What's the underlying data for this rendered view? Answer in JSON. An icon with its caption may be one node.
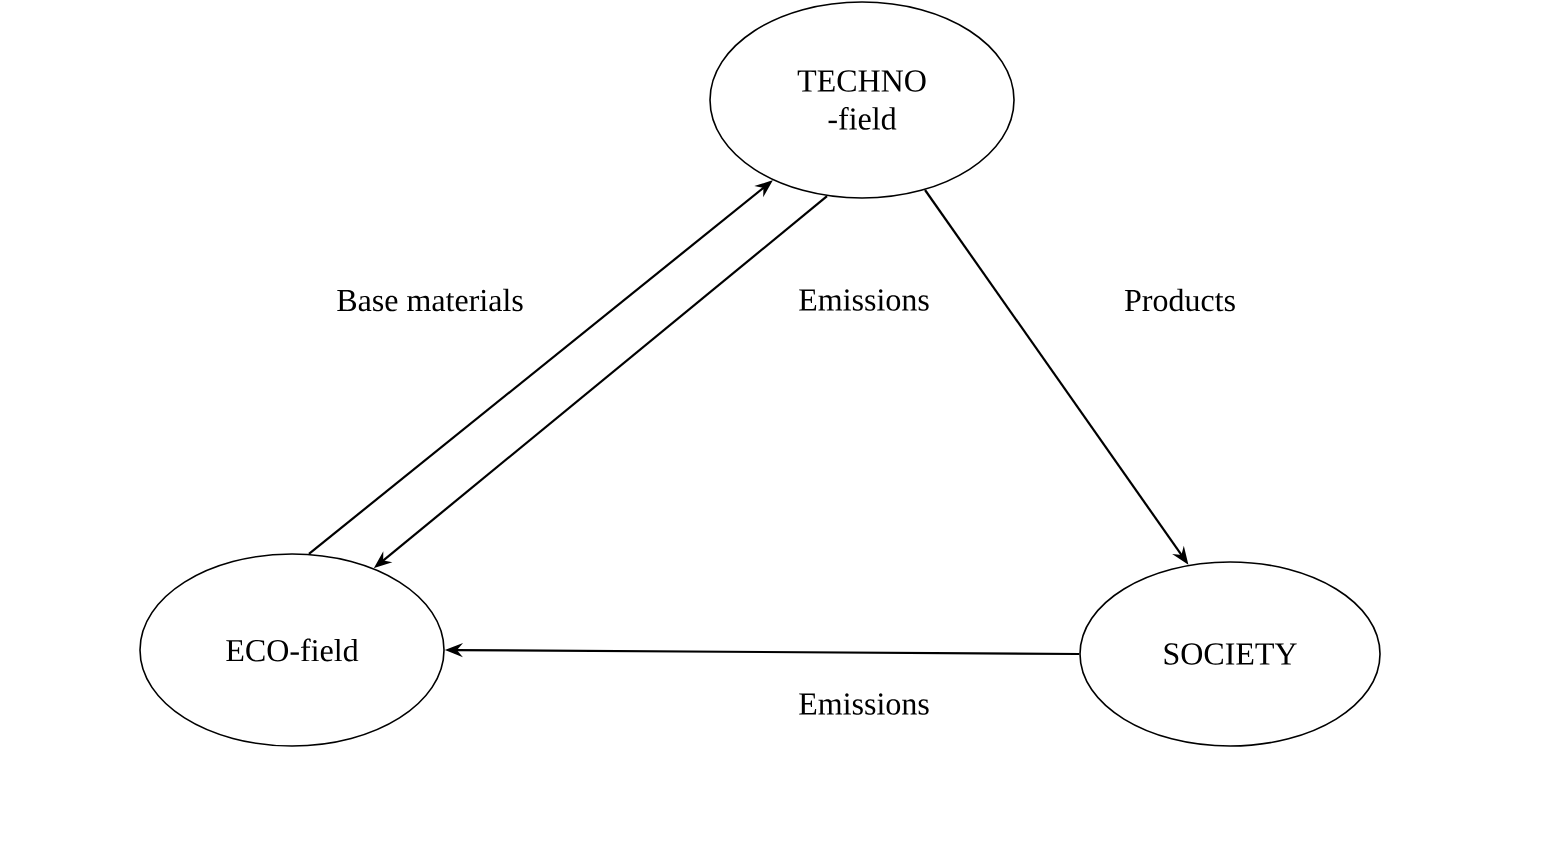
{
  "diagram": {
    "nodes": [
      {
        "text": [
          "TECHNO -field"
        ]
      },
      {
        "text": [
          "ECO-field"
        ]
      },
      {
        "text": [
          "SOCIETY"
        ]
      }
    ],
    "edges": [
      {
        "from": 1,
        "to": 0,
        "arrow": "to",
        "label": "Base materials"
      },
      {
        "from": 0,
        "to": 1,
        "arrow": "to",
        "label": "Emissions"
      },
      {
        "from": 0,
        "to": 2,
        "arrow": "to",
        "label": "Products"
      },
      {
        "from": 2,
        "to": 1,
        "arrow": "to",
        "label": "Emissions"
      }
    ]
  }
}
